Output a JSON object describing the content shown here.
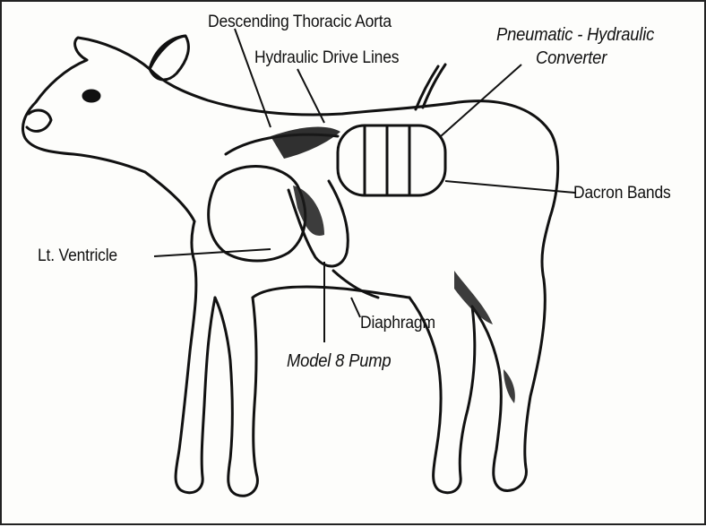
{
  "figure": {
    "subject": "calf",
    "labels": {
      "descending_thoracic_aorta": "Descending Thoracic Aorta",
      "hydraulic_drive_lines": "Hydraulic Drive Lines",
      "pneumatic_hydraulic_line1": "Pneumatic - Hydraulic",
      "pneumatic_hydraulic_line2": "Converter",
      "dacron_bands": "Dacron Bands",
      "lt_ventricle": "Lt. Ventricle",
      "diaphragm": "Diaphragm",
      "model_pump": "Model 8 Pump"
    },
    "colors": {
      "ink": "#111111",
      "paper": "#fdfdfb",
      "shade": "#1a1a1a"
    }
  }
}
